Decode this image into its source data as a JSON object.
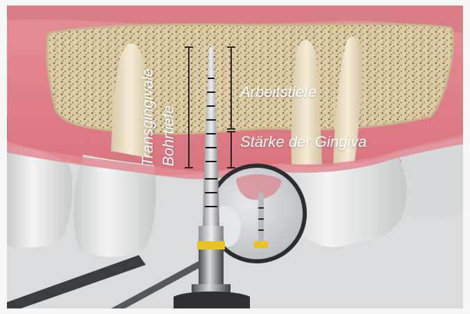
{
  "labels": {
    "transgingival_line1": "Transgingivale",
    "transgingival_line2": "Bohrtiefe",
    "working_depth": "Arbeitstiefe",
    "gingiva_thickness": "Stärke der Gingiva"
  },
  "colors": {
    "bone": "#d9c8a0",
    "gum": "#e79a9f",
    "tooth": "#e9ebea",
    "background": "#d9dbdd",
    "marker_ring": "#e8c227",
    "dimension_lines": "#2a2020"
  },
  "icons": {
    "drill": "dental-drill-icon",
    "mirror": "dental-mirror-icon"
  }
}
